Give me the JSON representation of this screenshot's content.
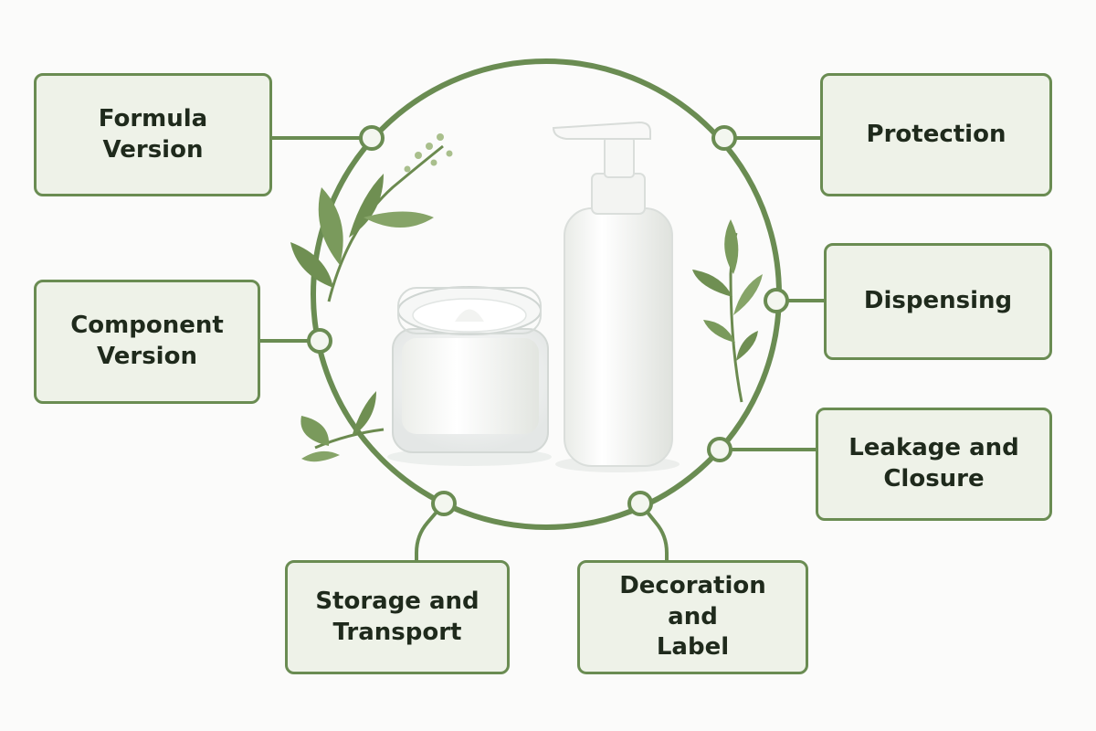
{
  "colors": {
    "ring": "#6a8c52",
    "box_fill": "#eef2e8",
    "box_border": "#6a8c52",
    "node_fill": "#f3f6ef",
    "leaf": "#7a9a5c",
    "leaf_dark": "#5f7f45",
    "text": "#1f2a1c"
  },
  "center_image": {
    "items": [
      "cream-jar",
      "pump-bottle",
      "leaf-sprig"
    ]
  },
  "boxes": {
    "formula_version": "Formula\nVersion",
    "component_version": "Component\nVersion",
    "storage_transport": "Storage and\nTransport",
    "decoration_label": "Decoration and\nLabel",
    "protection": "Protection",
    "dispensing": "Dispensing",
    "leakage_closure": "Leakage and\nClosure"
  }
}
